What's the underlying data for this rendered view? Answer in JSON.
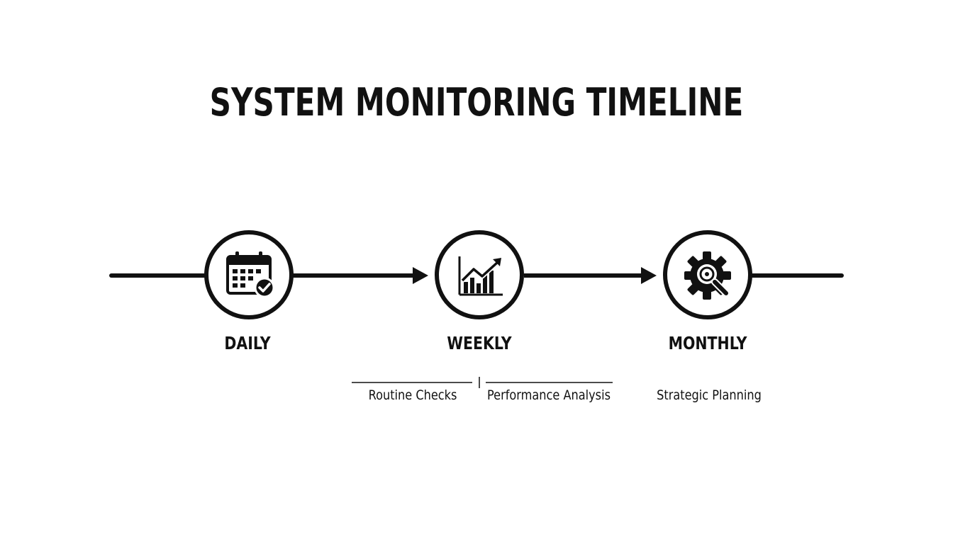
{
  "title": "SYSTEM MONITORING TIMELINE",
  "nodes": [
    {
      "label": "DAILY",
      "icon": "calendar-check-icon"
    },
    {
      "label": "WEEKLY",
      "icon": "bar-chart-trend-icon"
    },
    {
      "label": "MONTHLY",
      "icon": "gear-magnifier-icon"
    }
  ],
  "sub_labels": [
    "Routine Checks",
    "Performance Analysis",
    "Strategic Planning"
  ]
}
